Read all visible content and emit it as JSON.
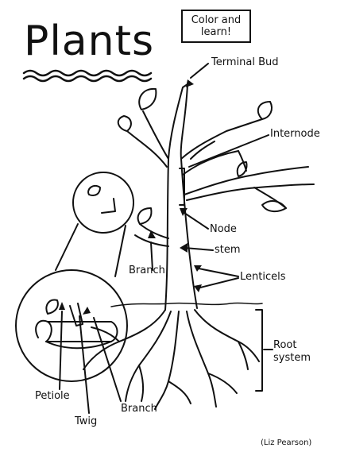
{
  "title": "Plants",
  "note": {
    "line1": "Color and",
    "line2": "learn!"
  },
  "labels": {
    "terminal_bud": "Terminal Bud",
    "internode": "Internode",
    "node": "Node",
    "stem": "stem",
    "branch": "Branch",
    "lenticels": "Lenticels",
    "root_system_line1": "Root",
    "root_system_line2": "system",
    "petiole": "Petiole",
    "twig": "Twig",
    "branch_inset": "Branch"
  },
  "credit": "(Liz Pearson)",
  "colors": {
    "ink": "#111111",
    "background": "#ffffff"
  }
}
